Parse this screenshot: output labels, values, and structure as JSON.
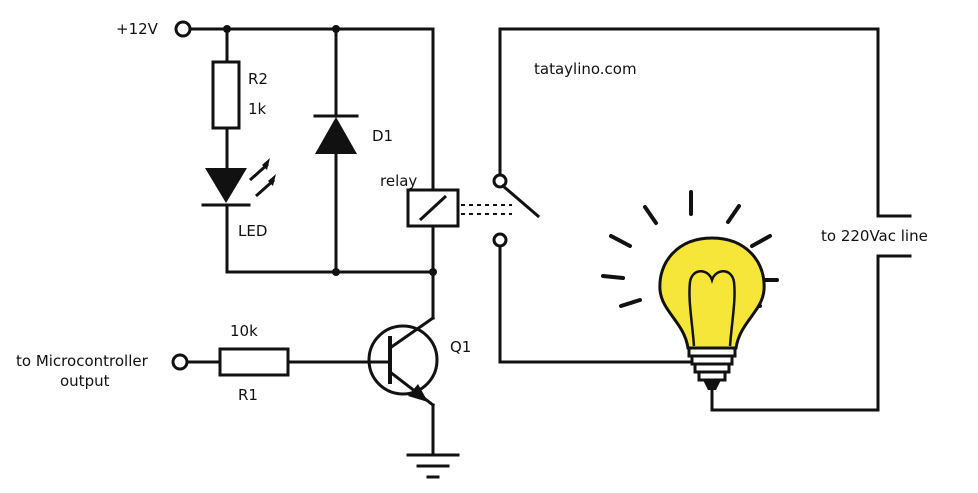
{
  "labels": {
    "supply": "+12V",
    "r2_name": "R2",
    "r2_value": "1k",
    "d1": "D1",
    "led": "LED",
    "relay": "relay",
    "site": "tataylino.com",
    "ac_line": "to 220Vac line",
    "r1_value": "10k",
    "r1_name": "R1",
    "q1": "Q1",
    "mcu_line1": "to Microcontroller",
    "mcu_line2": "output"
  },
  "colors": {
    "wire": "#111111",
    "bulb_fill": "#f7e63a",
    "background": "#ffffff"
  },
  "icons": {
    "bulb": "light-bulb-icon",
    "ground": "ground-icon"
  }
}
